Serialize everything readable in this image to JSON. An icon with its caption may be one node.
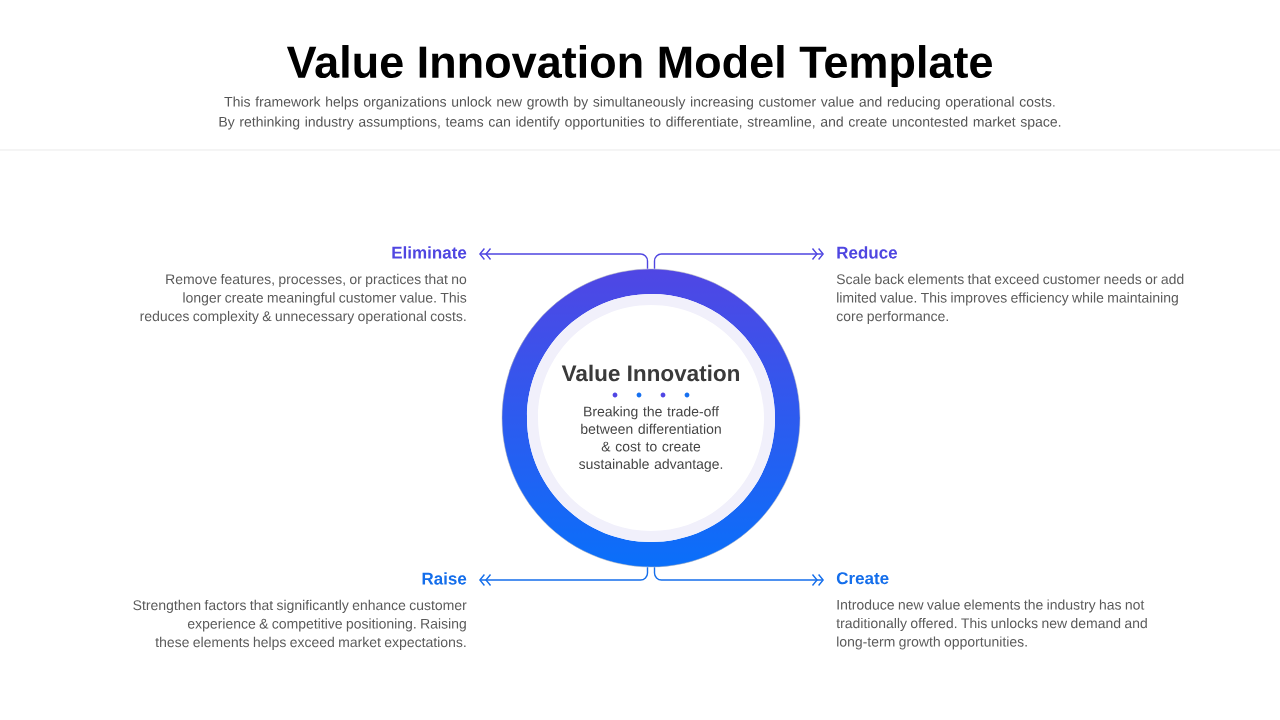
{
  "diagram": {
    "title": "Value Innovation Model Template",
    "nodes": [
      {
        "text": [
          "Value Innovation",
          "Breaking the trade-off between differentiation & cost to create sustainable advantage."
        ]
      },
      {
        "text": [
          "Eliminate",
          "Remove features, processes, or practices that no longer create meaningful customer value. This reduces complexity & unnecessary operational costs."
        ]
      },
      {
        "text": [
          "Reduce",
          "Scale back elements that exceed customer needs or add limited value. This improves efficiency while maintaining core performance."
        ]
      },
      {
        "text": [
          "Raise",
          "Strengthen factors that significantly enhance customer experience & competitive positioning. Raising these elements helps exceed market expectations."
        ]
      },
      {
        "text": [
          "Create",
          "Introduce new value elements the industry has not traditionally offered. This unlocks new demand and long-term growth opportunities."
        ]
      }
    ],
    "edges": [
      {
        "from": 0,
        "to": 1,
        "arrow": "to",
        "color": "#4f46e1"
      },
      {
        "from": 0,
        "to": 2,
        "arrow": "to",
        "color": "#4f46e1"
      },
      {
        "from": 0,
        "to": 3,
        "arrow": "to",
        "color": "#146eeb"
      },
      {
        "from": 0,
        "to": 4,
        "arrow": "to",
        "color": "#146eeb"
      }
    ],
    "labels": [
      "This framework helps organizations unlock new growth by simultaneously increasing customer value and reducing operational costs. By rethinking industry assumptions, teams can identify opportunities to differentiate, streamline, and create uncontested market space."
    ]
  }
}
